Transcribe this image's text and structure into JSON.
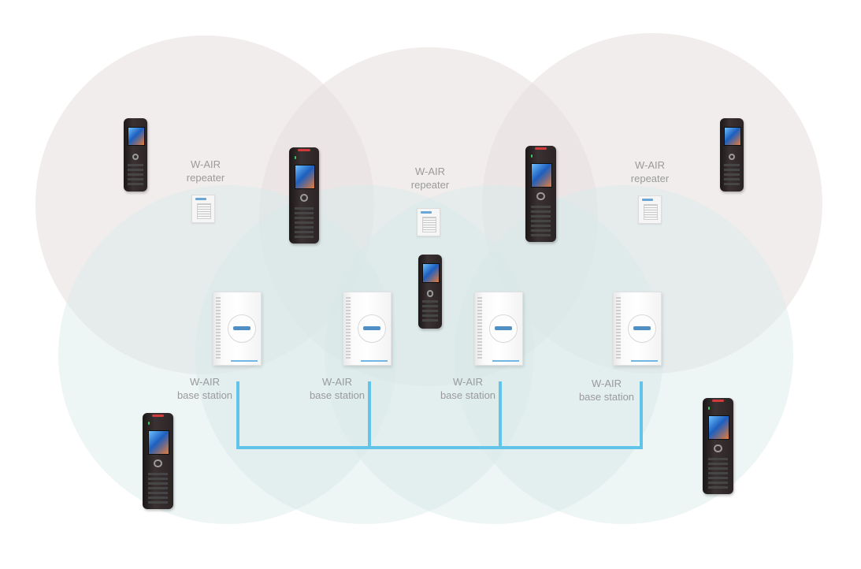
{
  "repeaters": [
    {
      "id": "left",
      "label_line1": "W-AIR",
      "label_line2": "repeater"
    },
    {
      "id": "center",
      "label_line1": "W-AIR",
      "label_line2": "repeater"
    },
    {
      "id": "right",
      "label_line1": "W-AIR",
      "label_line2": "repeater"
    }
  ],
  "base_stations": [
    {
      "id": "1",
      "label_line1": "W-AIR",
      "label_line2": "base station"
    },
    {
      "id": "2",
      "label_line1": "W-AIR",
      "label_line2": "base station"
    },
    {
      "id": "3",
      "label_line1": "W-AIR",
      "label_line2": "base station"
    },
    {
      "id": "4",
      "label_line1": "W-AIR",
      "label_line2": "base station"
    }
  ],
  "colors": {
    "backbone": "#62c4ea",
    "repeater_cell": "#e8dede",
    "base_cell": "#d6e8e8",
    "label": "#9a9a9a"
  },
  "icons": {
    "handset": "dect-handset-icon",
    "repeater": "repeater-icon",
    "base_station": "base-station-icon"
  }
}
